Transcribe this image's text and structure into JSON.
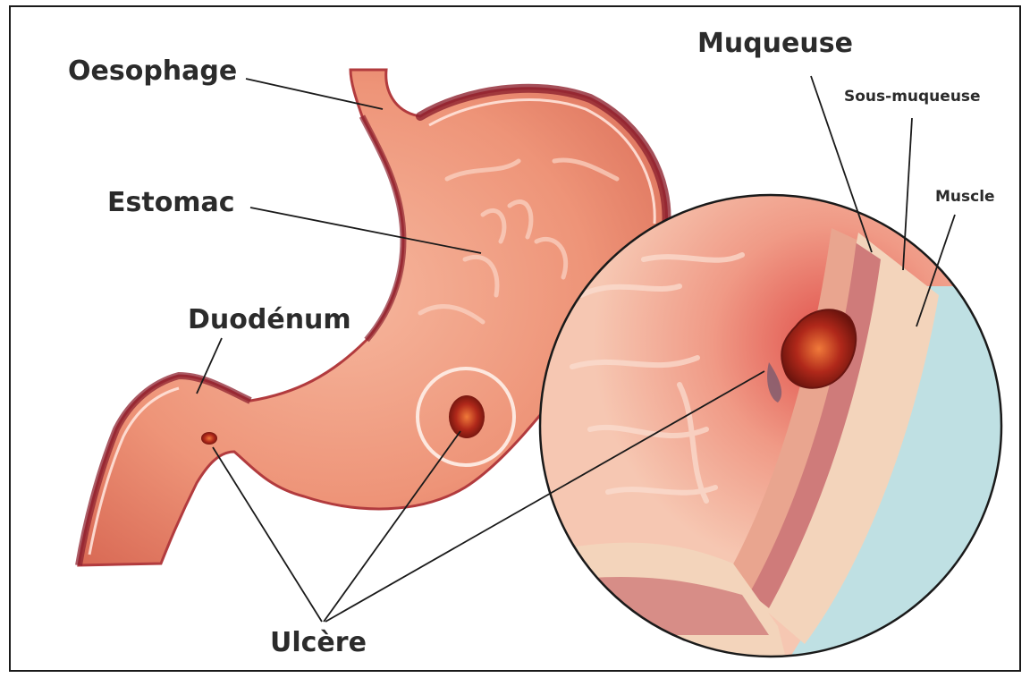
{
  "labels": {
    "oesophage": "Oesophage",
    "estomac": "Estomac",
    "duodenum": "Duodénum",
    "ulcere": "Ulcère",
    "muqueuse": "Muqueuse",
    "sous_muqueuse": "Sous-muqueuse",
    "muscle": "Muscle"
  },
  "colors": {
    "stomach_fill": "#e8826b",
    "stomach_dark": "#b23b3e",
    "ulcer": "#8e1f14",
    "mucosa": "#f4c9ae",
    "muscle_layer": "#cf7b7a",
    "serosa_blue": "#bfe0e3",
    "leader_line": "#1a1a1a"
  }
}
